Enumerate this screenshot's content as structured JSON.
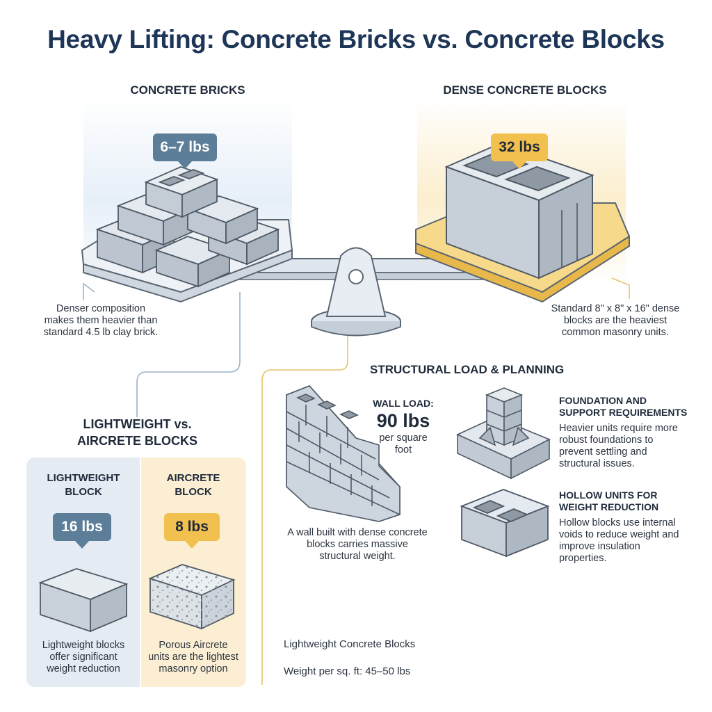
{
  "title": "Heavy Lifting: Concrete Bricks vs. Concrete Blocks",
  "bricks": {
    "heading": "CONCRETE BRICKS",
    "weight": "6–7 lbs",
    "description": [
      "Denser composition",
      "makes them heavier than",
      "standard 4.5 lb clay brick."
    ]
  },
  "dense_blocks": {
    "heading": "DENSE CONCRETE BLOCKS",
    "weight": "32 lbs",
    "description": [
      "Standard 8\" x 8\" x 16\" dense",
      "blocks are the heaviest",
      "common masonry units."
    ]
  },
  "lightweight_section": {
    "heading": [
      "LIGHTWEIGHT vs.",
      "AIRCRETE BLOCKS"
    ],
    "lightweight": {
      "heading": [
        "LIGHTWEIGHT",
        "BLOCK"
      ],
      "weight": "16 lbs",
      "description": [
        "Lightweight blocks",
        "offer significant",
        "weight reduction"
      ]
    },
    "aircrete": {
      "heading": [
        "AIRCRETE",
        "BLOCK"
      ],
      "weight": "8 lbs",
      "description": [
        "Porous Aircrete",
        "units are the lightest",
        "masonry option"
      ]
    }
  },
  "structural": {
    "heading": "STRUCTURAL LOAD & PLANNING",
    "wall_load": {
      "label": "WALL LOAD:",
      "value": "90 lbs",
      "unit": [
        "per square",
        "foot"
      ]
    },
    "wall_caption": [
      "A wall built with dense concrete",
      "blocks carries massive",
      "structural weight."
    ],
    "foundation": {
      "heading": [
        "FOUNDATION AND",
        "SUPPORT REQUIREMENTS"
      ],
      "description": [
        "Heavier units require more",
        "robust foundations to",
        "prevent settling and",
        "structural issues."
      ]
    },
    "hollow": {
      "heading": [
        "HOLLOW UNITS FOR",
        "WEIGHT REDUCTION"
      ],
      "description": [
        "Hollow blocks use internal",
        "voids to reduce weight and",
        "improve insulation",
        "properties."
      ]
    }
  },
  "footer": {
    "label": "Lightweight Concrete Blocks",
    "weight": "Weight per sq. ft: 45–50 lbs"
  },
  "colors": {
    "title": "#1d3557",
    "badge_blue": "#5d7e98",
    "badge_gold": "#f2c04e",
    "panel_blue": "#e4ebf3",
    "panel_gold": "#fbeed2"
  }
}
